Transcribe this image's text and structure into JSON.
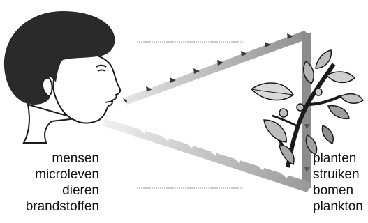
{
  "left_group": {
    "items": [
      "mensen",
      "microleven",
      "dieren",
      "brandstoffen"
    ]
  },
  "right_group": {
    "items": [
      "planten",
      "struiken",
      "bomen",
      "plankton"
    ]
  },
  "icons": {
    "source": "human-head-icon",
    "sink": "plant-branch-icon"
  }
}
